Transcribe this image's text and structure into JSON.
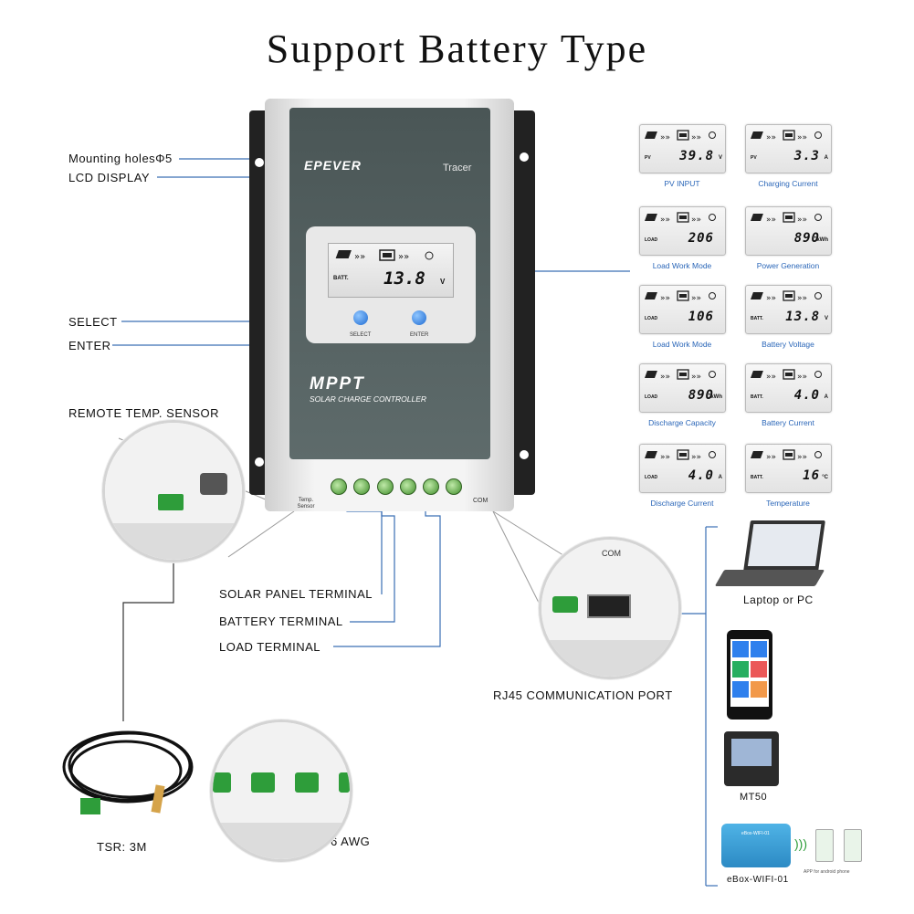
{
  "title": "Support Battery Type",
  "controller": {
    "brand": "EPEVER",
    "model": "Tracer",
    "lcd": {
      "tag": "BATT.",
      "value": "13.8",
      "unit": "V"
    },
    "buttons": {
      "select": "SELECT",
      "enter": "ENTER"
    },
    "mppt": "MPPT",
    "subtitle": "SOLAR CHARGE CONTROLLER",
    "temp_sensor_label": "Temp. Sensor",
    "com_label": "COM"
  },
  "callouts": {
    "mounting": "Mounting holesΦ5",
    "lcd_display": "LCD DISPLAY",
    "select": "SELECT",
    "enter": "ENTER",
    "remote_temp": "REMOTE TEMP. SENSOR",
    "solar_terminal": "SOLAR PANEL TERMINAL",
    "battery_terminal": "BATTERY TERMINAL",
    "load_terminal": "LOAD TERMINAL",
    "rj45": "RJ45 COMMUNICATION PORT",
    "com_zoom": "COM",
    "tsr": "TSR: 3M",
    "awg": "6 AWG"
  },
  "displays": [
    {
      "tag": "PV",
      "value": "39.8",
      "unit": "V",
      "caption": "PV INPUT"
    },
    {
      "tag": "PV",
      "value": "3.3",
      "unit": "A",
      "caption": "Charging Current"
    },
    {
      "tag": "LOAD",
      "value": "206",
      "unit": "",
      "caption": "Load Work Mode"
    },
    {
      "tag": "",
      "value": "890",
      "unit": "kWh",
      "caption": "Power Generation"
    },
    {
      "tag": "LOAD",
      "value": "106",
      "unit": "",
      "caption": "Load Work Mode"
    },
    {
      "tag": "BATT.",
      "value": "13.8",
      "unit": "V",
      "caption": "Battery Voltage"
    },
    {
      "tag": "LOAD",
      "value": "890",
      "unit": "kWh",
      "caption": "Discharge Capacity"
    },
    {
      "tag": "BATT.",
      "value": "4.0",
      "unit": "A",
      "caption": "Battery Current"
    },
    {
      "tag": "LOAD",
      "value": "4.0",
      "unit": "A",
      "caption": "Discharge Current"
    },
    {
      "tag": "BATT.",
      "value": "16",
      "unit": "°C",
      "caption": "Temperature"
    }
  ],
  "devices": {
    "laptop": "Laptop or PC",
    "mt50": "MT50",
    "ebox": "eBox-WIFI-01",
    "ebox_device_label": "eBox-WIFI-01",
    "app": "APP for android phone"
  }
}
